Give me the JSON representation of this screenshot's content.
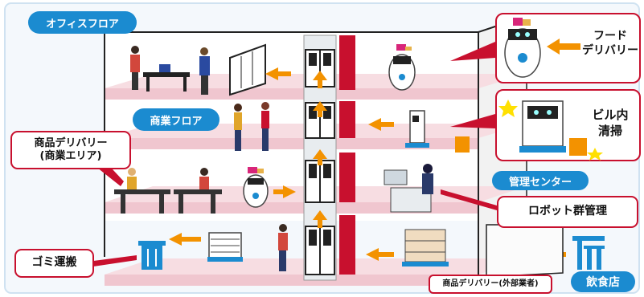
{
  "labels": {
    "office_floor": "オフィスフロア",
    "commercial_floor": "商業フロア",
    "product_delivery_commercial_line1": "商品デリバリー",
    "product_delivery_commercial_line2": "(商業エリア)",
    "garbage_transport": "ゴミ運搬",
    "food_delivery_line1": "フード",
    "food_delivery_line2": "デリバリー",
    "building_cleaning_line1": "ビル内",
    "building_cleaning_line2": "清掃",
    "management_center": "管理センター",
    "robot_fleet_management": "ロボット群管理",
    "product_delivery_external": "商品デリバリー(外部業者)",
    "restaurant": "飲食店"
  },
  "colors": {
    "accent_blue": "#1b8bd0",
    "accent_red": "#c8102e",
    "floor_pink": "#f7dde2",
    "arrow_orange": "#f39200"
  }
}
